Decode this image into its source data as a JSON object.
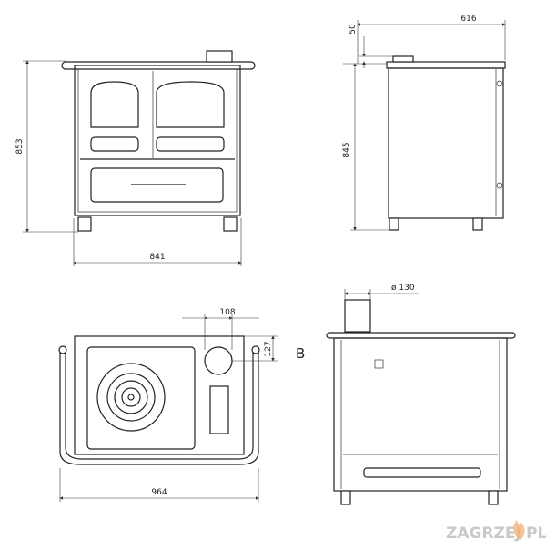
{
  "views": {
    "front": {
      "height_label": "853",
      "width_label": "841"
    },
    "side": {
      "depth_label": "616",
      "top_offset_label": "50",
      "height_label": "845"
    },
    "top": {
      "flue_offset_x_label": "108",
      "flue_offset_y_label": "127",
      "width_label": "964",
      "marker_label": "B"
    },
    "back": {
      "flue_diameter_label": "ø 130"
    }
  },
  "watermark": {
    "text": "ZAGRZEJ.PL",
    "flame_color": "#f5b37a"
  }
}
